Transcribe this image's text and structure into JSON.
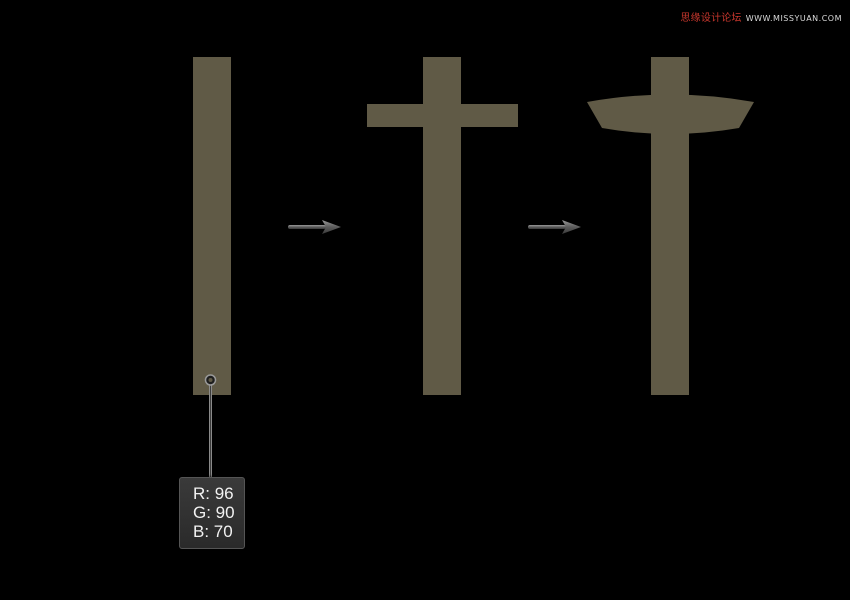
{
  "watermark": {
    "brand": "思缘设计论坛",
    "site": "WWW.MISSYUAN.COM"
  },
  "colors": {
    "shape_fill": "#605a46",
    "background": "#000000",
    "arrow": "#6a6a6a",
    "callout_box": "#2f2f2f"
  },
  "steps": [
    {
      "name": "vertical-bar"
    },
    {
      "name": "cross-shape"
    },
    {
      "name": "curved-crossbar-shape"
    }
  ],
  "icons": [
    "arrow-right-icon",
    "arrow-right-icon",
    "eyedropper-marker-icon"
  ],
  "color_readout": {
    "r_line": "R: 96",
    "g_line": "G: 90",
    "b_line": "B: 70"
  }
}
